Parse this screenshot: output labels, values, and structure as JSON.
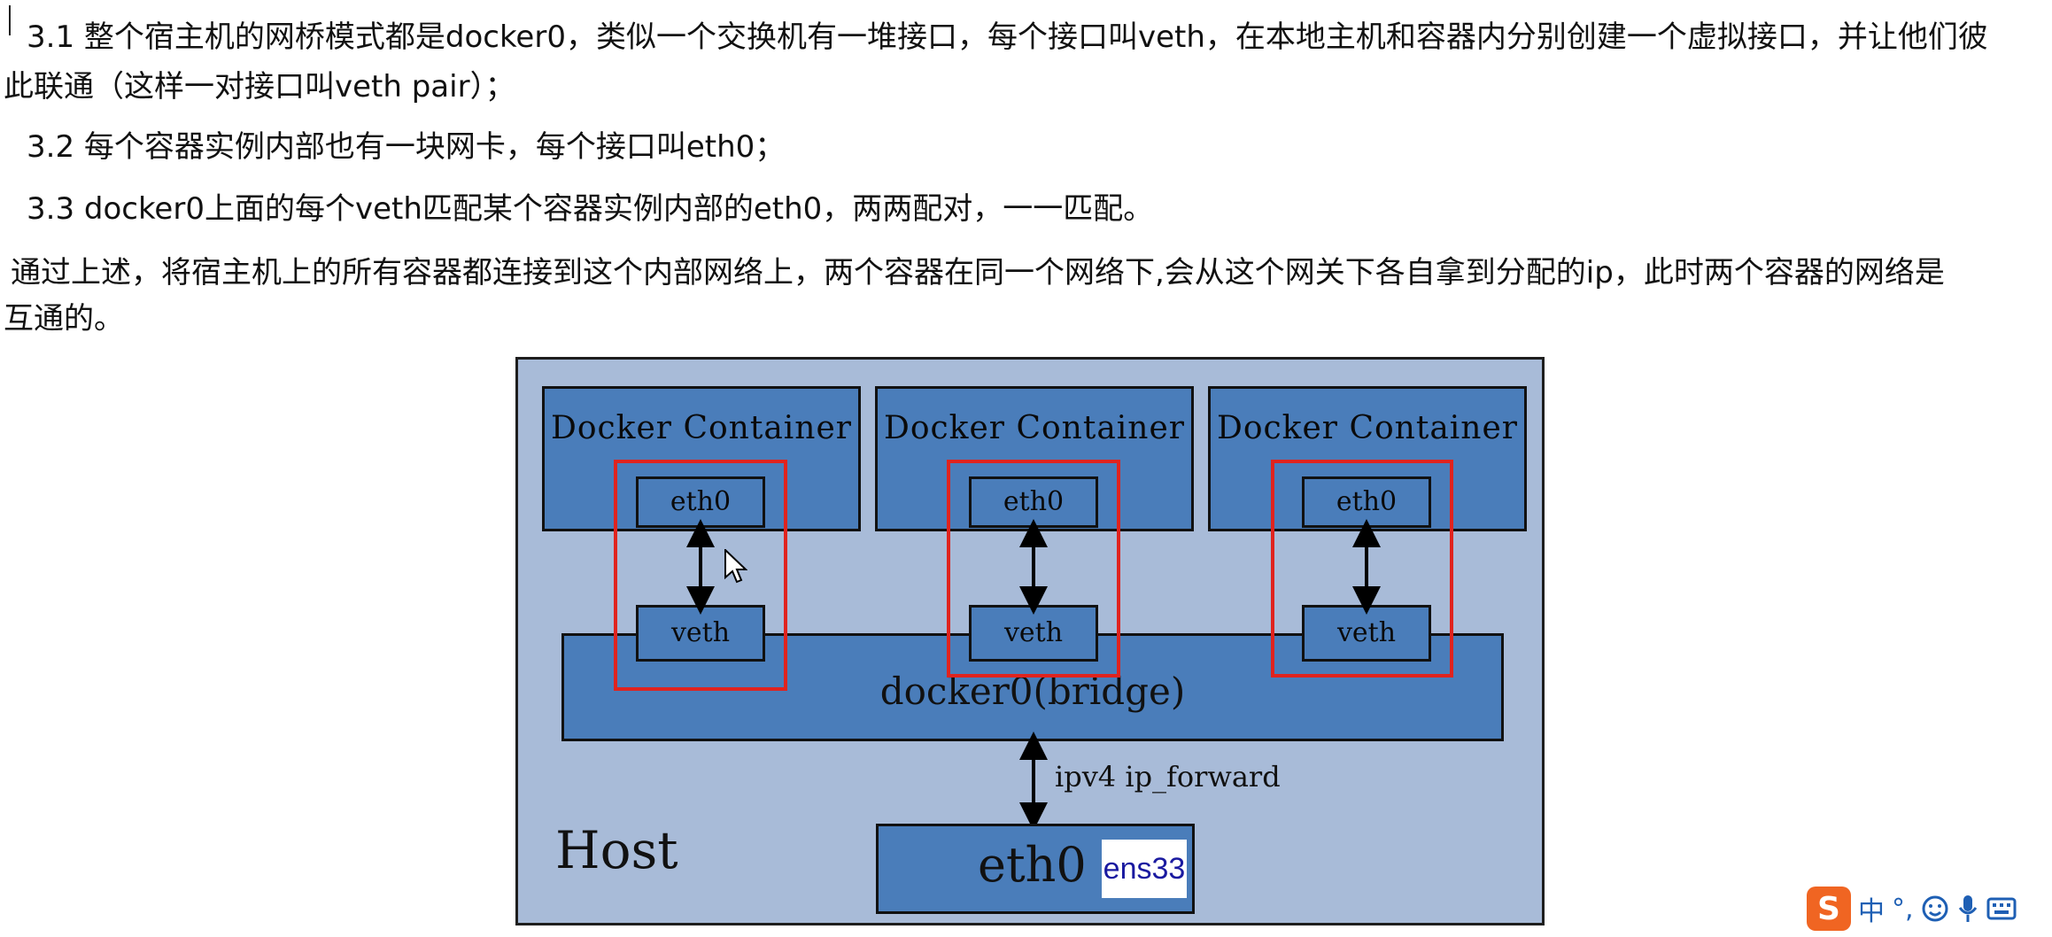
{
  "paragraphs": {
    "p31_line1": "3.1 整个宿主机的网桥模式都是docker0，类似一个交换机有一堆接口，每个接口叫veth，在本地主机和容器内分别创建一个虚拟接口，并让他们彼",
    "p31_line2": "此联通（这样一对接口叫veth pair）；",
    "p32": "3.2 每个容器实例内部也有一块网卡，每个接口叫eth0；",
    "p33": "3.3 docker0上面的每个veth匹配某个容器实例内部的eth0，两两配对，一一匹配。",
    "summary_line1": "通过上述，将宿主机上的所有容器都连接到这个内部网络上，两个容器在同一个网络下,会从这个网关下各自拿到分配的ip，此时两个容器的网络是",
    "summary_line2": "互通的。"
  },
  "diagram": {
    "containers": [
      {
        "title": "Docker Container",
        "eth": "eth0",
        "veth": "veth"
      },
      {
        "title": "Docker Container",
        "eth": "eth0",
        "veth": "veth"
      },
      {
        "title": "Docker Container",
        "eth": "eth0",
        "veth": "veth"
      }
    ],
    "bridge_label": "docker0(bridge)",
    "forward_label": "ipv4 ip_forward",
    "host_label": "Host",
    "host_eth": "eth0",
    "host_eth_alias": "ens33",
    "colors": {
      "host_bg": "#a8bbd8",
      "box_bg": "#4a7dba",
      "highlight": "#e0231e",
      "alias_text": "#1a1aa0"
    }
  },
  "ime_toolbar": {
    "logo": "S",
    "mode": "中",
    "punct": "°,",
    "icons": [
      "emoji-icon",
      "microphone-icon",
      "keyboard-icon"
    ]
  }
}
